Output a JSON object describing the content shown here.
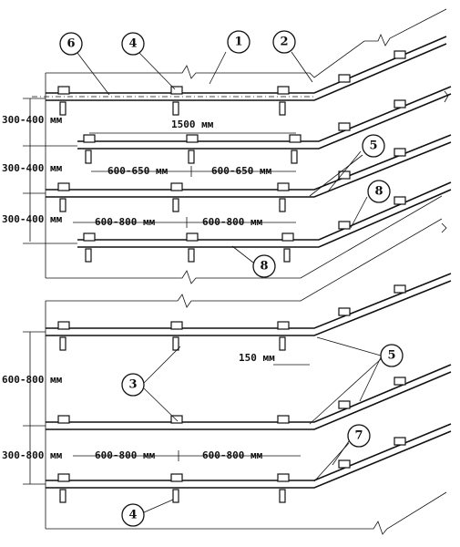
{
  "callouts": {
    "c1": "1",
    "c2": "2",
    "c3": "3",
    "c4_top": "4",
    "c4_bottom": "4",
    "c5_upper": "5",
    "c5_lower": "5",
    "c6": "6",
    "c7": "7",
    "c8_upper": "8",
    "c8_lower": "8"
  },
  "dimensions": {
    "v_gap_1": "300-400 мм",
    "v_gap_2": "300-400 мм",
    "v_gap_3": "300-400 мм",
    "v_gap_4": "600-800 мм",
    "v_gap_5": "300-800 мм",
    "span_1500": "1500 мм",
    "bracket_a1": "600-650 мм",
    "bracket_a2": "600-650 мм",
    "bracket_b1": "600-800 мм",
    "bracket_b2": "600-800 мм",
    "gap_150": "150 мм",
    "bracket_c1": "600-800 мм",
    "bracket_c2": "600-800 мм"
  }
}
